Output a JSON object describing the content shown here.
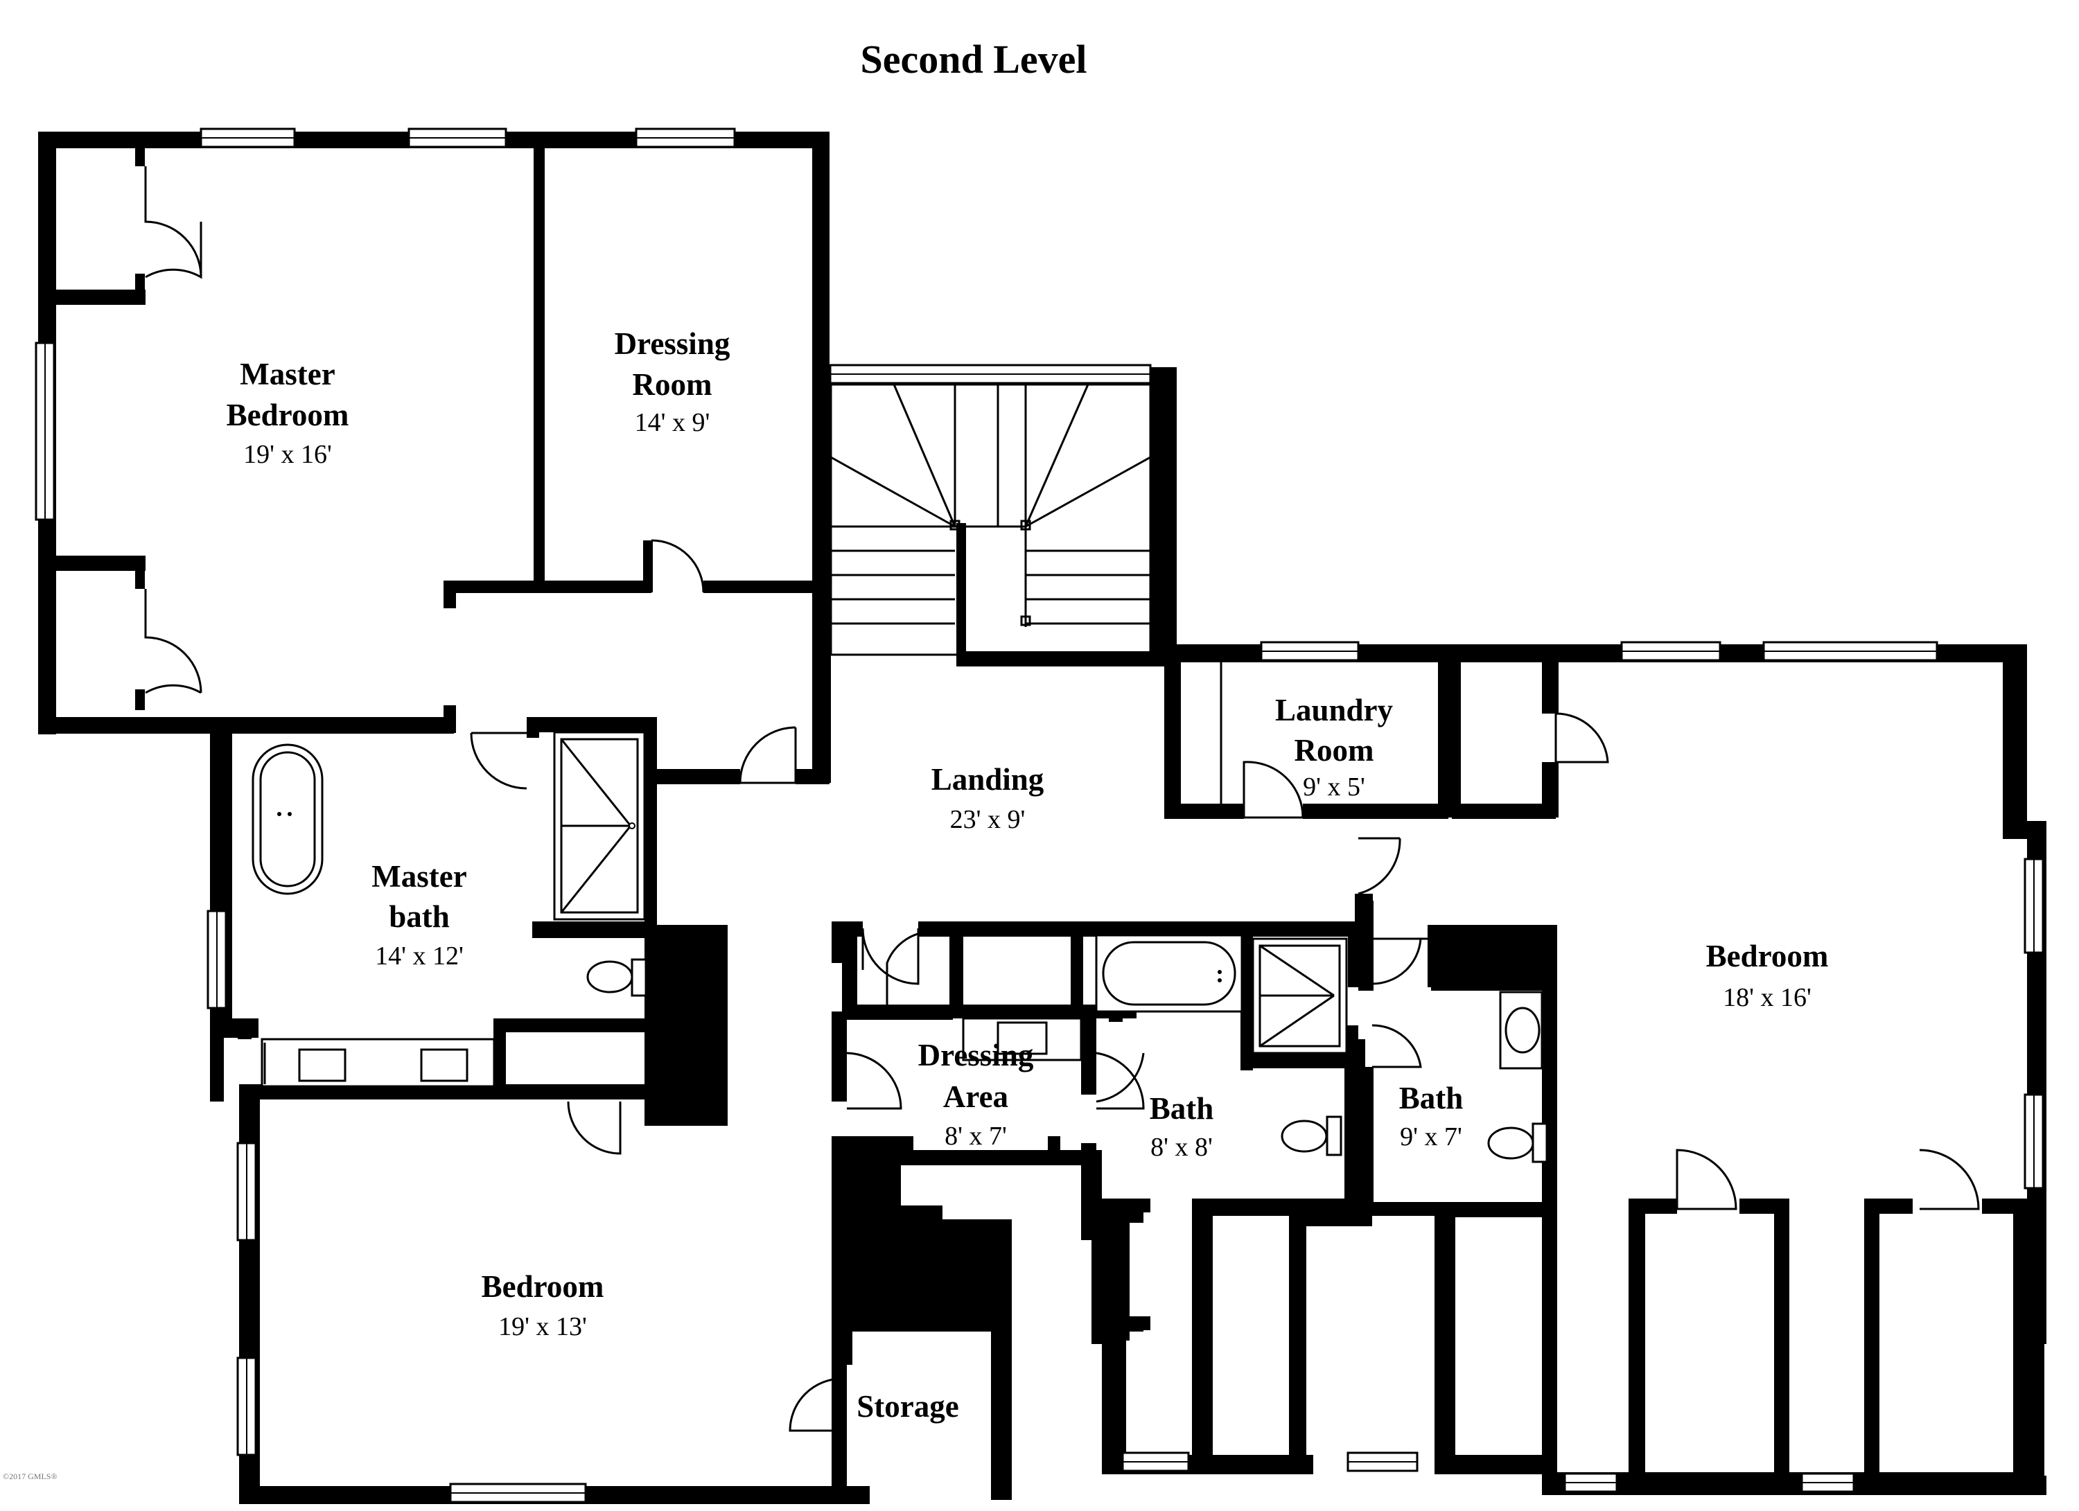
{
  "title": "Second Level",
  "watermark": "©2017 GMLS®",
  "rooms": [
    {
      "id": "master-bedroom",
      "name": [
        "Master",
        "Bedroom"
      ],
      "size": "19' x 16'"
    },
    {
      "id": "dressing-room",
      "name": [
        "Dressing",
        "Room"
      ],
      "size": "14' x 9'"
    },
    {
      "id": "landing",
      "name": [
        "Landing"
      ],
      "size": "23' x 9'"
    },
    {
      "id": "laundry-room",
      "name": [
        "Laundry",
        "Room"
      ],
      "size": "9' x 5'"
    },
    {
      "id": "master-bath",
      "name": [
        "Master",
        "bath"
      ],
      "size": "14' x 12'"
    },
    {
      "id": "bedroom-east",
      "name": [
        "Bedroom"
      ],
      "size": "18' x 16'"
    },
    {
      "id": "dressing-area",
      "name": [
        "Dressing",
        "Area"
      ],
      "size": "8' x 7'"
    },
    {
      "id": "bath-center",
      "name": [
        "Bath"
      ],
      "size": "8' x 8'"
    },
    {
      "id": "bath-east",
      "name": [
        "Bath"
      ],
      "size": "9' x 7'"
    },
    {
      "id": "bedroom-south",
      "name": [
        "Bedroom"
      ],
      "size": "19' x 13'"
    },
    {
      "id": "storage",
      "name": [
        "Storage"
      ],
      "size": ""
    }
  ]
}
